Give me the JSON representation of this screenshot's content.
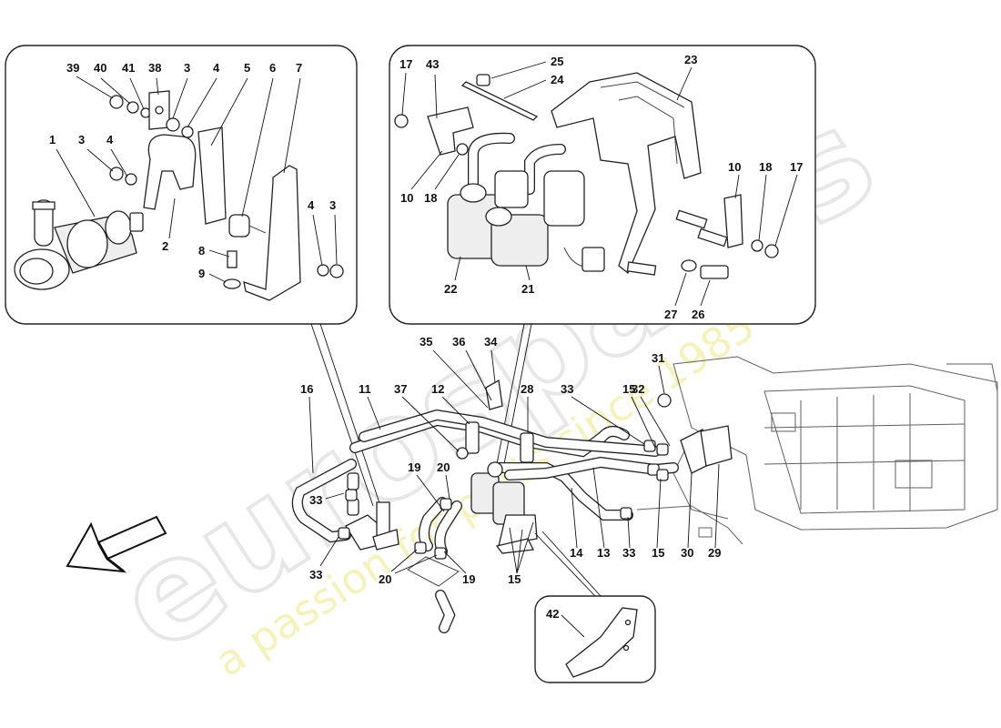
{
  "watermark": {
    "brand": "eurospares",
    "tagline": "a passion for parts since 1985"
  },
  "detail_top_left": {
    "callouts": [
      "39",
      "40",
      "41",
      "38",
      "3",
      "4",
      "5",
      "6",
      "7",
      "1",
      "3",
      "4",
      "2",
      "8",
      "9",
      "4",
      "3"
    ]
  },
  "detail_top_right": {
    "callouts": [
      "17",
      "43",
      "25",
      "24",
      "23",
      "10",
      "18",
      "10",
      "18",
      "17",
      "22",
      "21",
      "27",
      "26"
    ]
  },
  "main_assembly": {
    "callouts": [
      "35",
      "36",
      "34",
      "16",
      "11",
      "37",
      "12",
      "28",
      "33",
      "15",
      "32",
      "31",
      "19",
      "20",
      "33",
      "33",
      "20",
      "19",
      "15",
      "14",
      "13",
      "33",
      "15",
      "30",
      "29"
    ]
  },
  "detail_bottom": {
    "callouts": [
      "42"
    ]
  }
}
